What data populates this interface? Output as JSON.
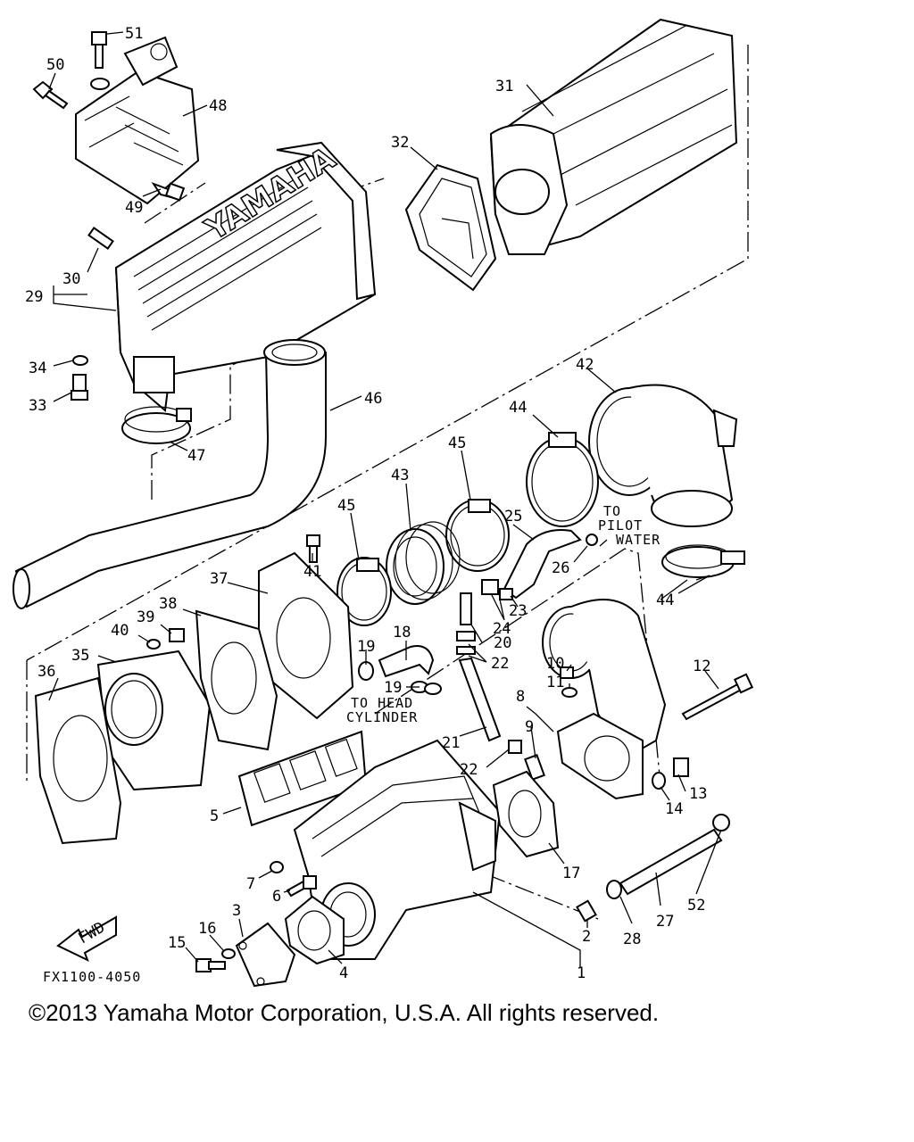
{
  "diagram": {
    "code": "FX1100-4050",
    "fwd_label": "FWD",
    "brand_text": "YAMAHA",
    "notes": {
      "pilot_water_1": "TO",
      "pilot_water_2": "PILOT",
      "pilot_water_3": "WATER",
      "head_cyl_1": "TO HEAD",
      "head_cyl_2": "CYLINDER"
    },
    "callouts": [
      {
        "id": "c51",
        "text": "51"
      },
      {
        "id": "c50",
        "text": "50"
      },
      {
        "id": "c48",
        "text": "48"
      },
      {
        "id": "c49",
        "text": "49"
      },
      {
        "id": "c31",
        "text": "31"
      },
      {
        "id": "c32",
        "text": "32"
      },
      {
        "id": "c30",
        "text": "30"
      },
      {
        "id": "c29",
        "text": "29"
      },
      {
        "id": "c34",
        "text": "34"
      },
      {
        "id": "c33",
        "text": "33"
      },
      {
        "id": "c46",
        "text": "46"
      },
      {
        "id": "c47",
        "text": "47"
      },
      {
        "id": "c42",
        "text": "42"
      },
      {
        "id": "c44a",
        "text": "44"
      },
      {
        "id": "c45a",
        "text": "45"
      },
      {
        "id": "c43",
        "text": "43"
      },
      {
        "id": "c45b",
        "text": "45"
      },
      {
        "id": "c25",
        "text": "25"
      },
      {
        "id": "c41",
        "text": "41"
      },
      {
        "id": "c26",
        "text": "26"
      },
      {
        "id": "c37",
        "text": "37"
      },
      {
        "id": "c38",
        "text": "38"
      },
      {
        "id": "c44b",
        "text": "44"
      },
      {
        "id": "c39",
        "text": "39"
      },
      {
        "id": "c23",
        "text": "23"
      },
      {
        "id": "c24",
        "text": "24"
      },
      {
        "id": "c40",
        "text": "40"
      },
      {
        "id": "c18",
        "text": "18"
      },
      {
        "id": "c35",
        "text": "35"
      },
      {
        "id": "c20",
        "text": "20"
      },
      {
        "id": "c36",
        "text": "36"
      },
      {
        "id": "c19a",
        "text": "19"
      },
      {
        "id": "c22a",
        "text": "22"
      },
      {
        "id": "c10",
        "text": "10"
      },
      {
        "id": "c12",
        "text": "12"
      },
      {
        "id": "c11",
        "text": "11"
      },
      {
        "id": "c19b",
        "text": "19"
      },
      {
        "id": "c8",
        "text": "8"
      },
      {
        "id": "c9",
        "text": "9"
      },
      {
        "id": "c21",
        "text": "21"
      },
      {
        "id": "c22b",
        "text": "22"
      },
      {
        "id": "c13",
        "text": "13"
      },
      {
        "id": "c14",
        "text": "14"
      },
      {
        "id": "c5",
        "text": "5"
      },
      {
        "id": "c17",
        "text": "17"
      },
      {
        "id": "c7",
        "text": "7"
      },
      {
        "id": "c6",
        "text": "6"
      },
      {
        "id": "c52",
        "text": "52"
      },
      {
        "id": "c27",
        "text": "27"
      },
      {
        "id": "c3",
        "text": "3"
      },
      {
        "id": "c16",
        "text": "16"
      },
      {
        "id": "c2",
        "text": "2"
      },
      {
        "id": "c28",
        "text": "28"
      },
      {
        "id": "c15",
        "text": "15"
      },
      {
        "id": "c4",
        "text": "4"
      },
      {
        "id": "c1",
        "text": "1"
      }
    ]
  },
  "copyright": "©2013 Yamaha Motor Corporation, U.S.A. All rights reserved."
}
